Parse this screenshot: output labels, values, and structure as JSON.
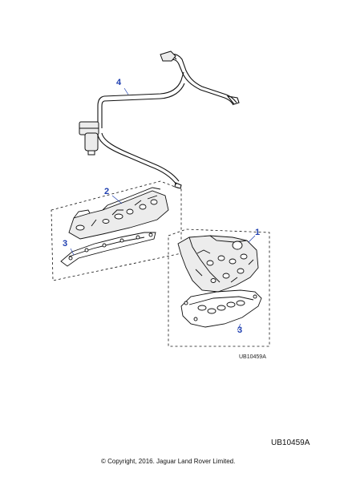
{
  "callouts": {
    "c1": "1",
    "c2": "2",
    "c3_left": "3",
    "c3_right": "3",
    "c4": "4"
  },
  "diagram_ref_small": "UB10459A",
  "diagram_ref": "UB10459A",
  "copyright": "© Copyright, 2016. Jaguar Land Rover Limited.",
  "colors": {
    "callout": "#1f3fb0",
    "line": "#111111",
    "part_fill": "#e9e9e9"
  }
}
